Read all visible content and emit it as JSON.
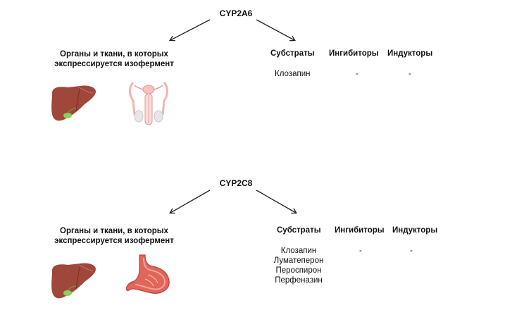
{
  "sections": [
    {
      "enzyme": "CYP2A6",
      "organs_label_line1": "Органы и ткани, в которых",
      "organs_label_line2": "экспрессируется изофермент",
      "columns": [
        "Субстраты",
        "Ингибиторы",
        "Индукторы"
      ],
      "substrates": [
        "Клозапин"
      ],
      "inhibitors": "-",
      "inducers": "-",
      "organ_icons": [
        "liver-icon",
        "male-reproductive-system-icon"
      ]
    },
    {
      "enzyme": "CYP2C8",
      "organs_label_line1": "Органы и ткани, в которых",
      "organs_label_line2": "экспрессируется изофермент",
      "columns": [
        "Субстраты",
        "Ингибиторы",
        "Индукторы"
      ],
      "substrates": [
        "Клозапин",
        "Луматеперон",
        "Пероспирон",
        "Перфеназин"
      ],
      "inhibitors": "-",
      "inducers": "-",
      "organ_icons": [
        "liver-icon",
        "stomach-icon"
      ]
    }
  ],
  "colors": {
    "liver": "#a0473c",
    "gallbladder": "#8fcf5e",
    "stomach": "#e0665a",
    "reproductive": "#f1b4b0"
  }
}
